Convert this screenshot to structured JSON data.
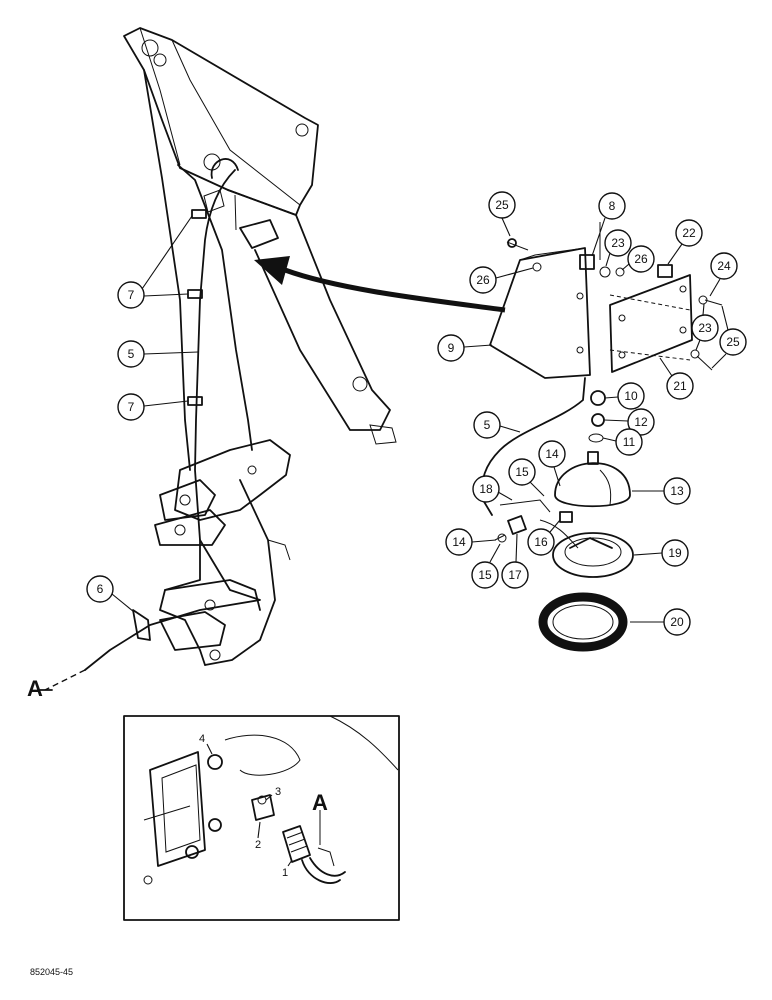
{
  "figure_id": "852045-45",
  "connector_labels": {
    "main": "A",
    "inset": "A"
  },
  "callouts": {
    "c25a": "25",
    "c8": "8",
    "c23a": "23",
    "c22": "22",
    "c26a": "26",
    "c26b": "26",
    "c24": "24",
    "c7a": "7",
    "c9": "9",
    "c23b": "23",
    "c25b": "25",
    "c5a": "5",
    "c7b": "7",
    "c21": "21",
    "c10": "10",
    "c12": "12",
    "c5b": "5",
    "c11": "11",
    "c14a": "14",
    "c15a": "15",
    "c13": "13",
    "c18": "18",
    "c14b": "14",
    "c16": "16",
    "c19": "19",
    "c15b": "15",
    "c17": "17",
    "c6": "6",
    "c20": "20"
  },
  "inset_labels": {
    "i4": "4",
    "i3": "3",
    "i2": "2",
    "i1": "1"
  }
}
